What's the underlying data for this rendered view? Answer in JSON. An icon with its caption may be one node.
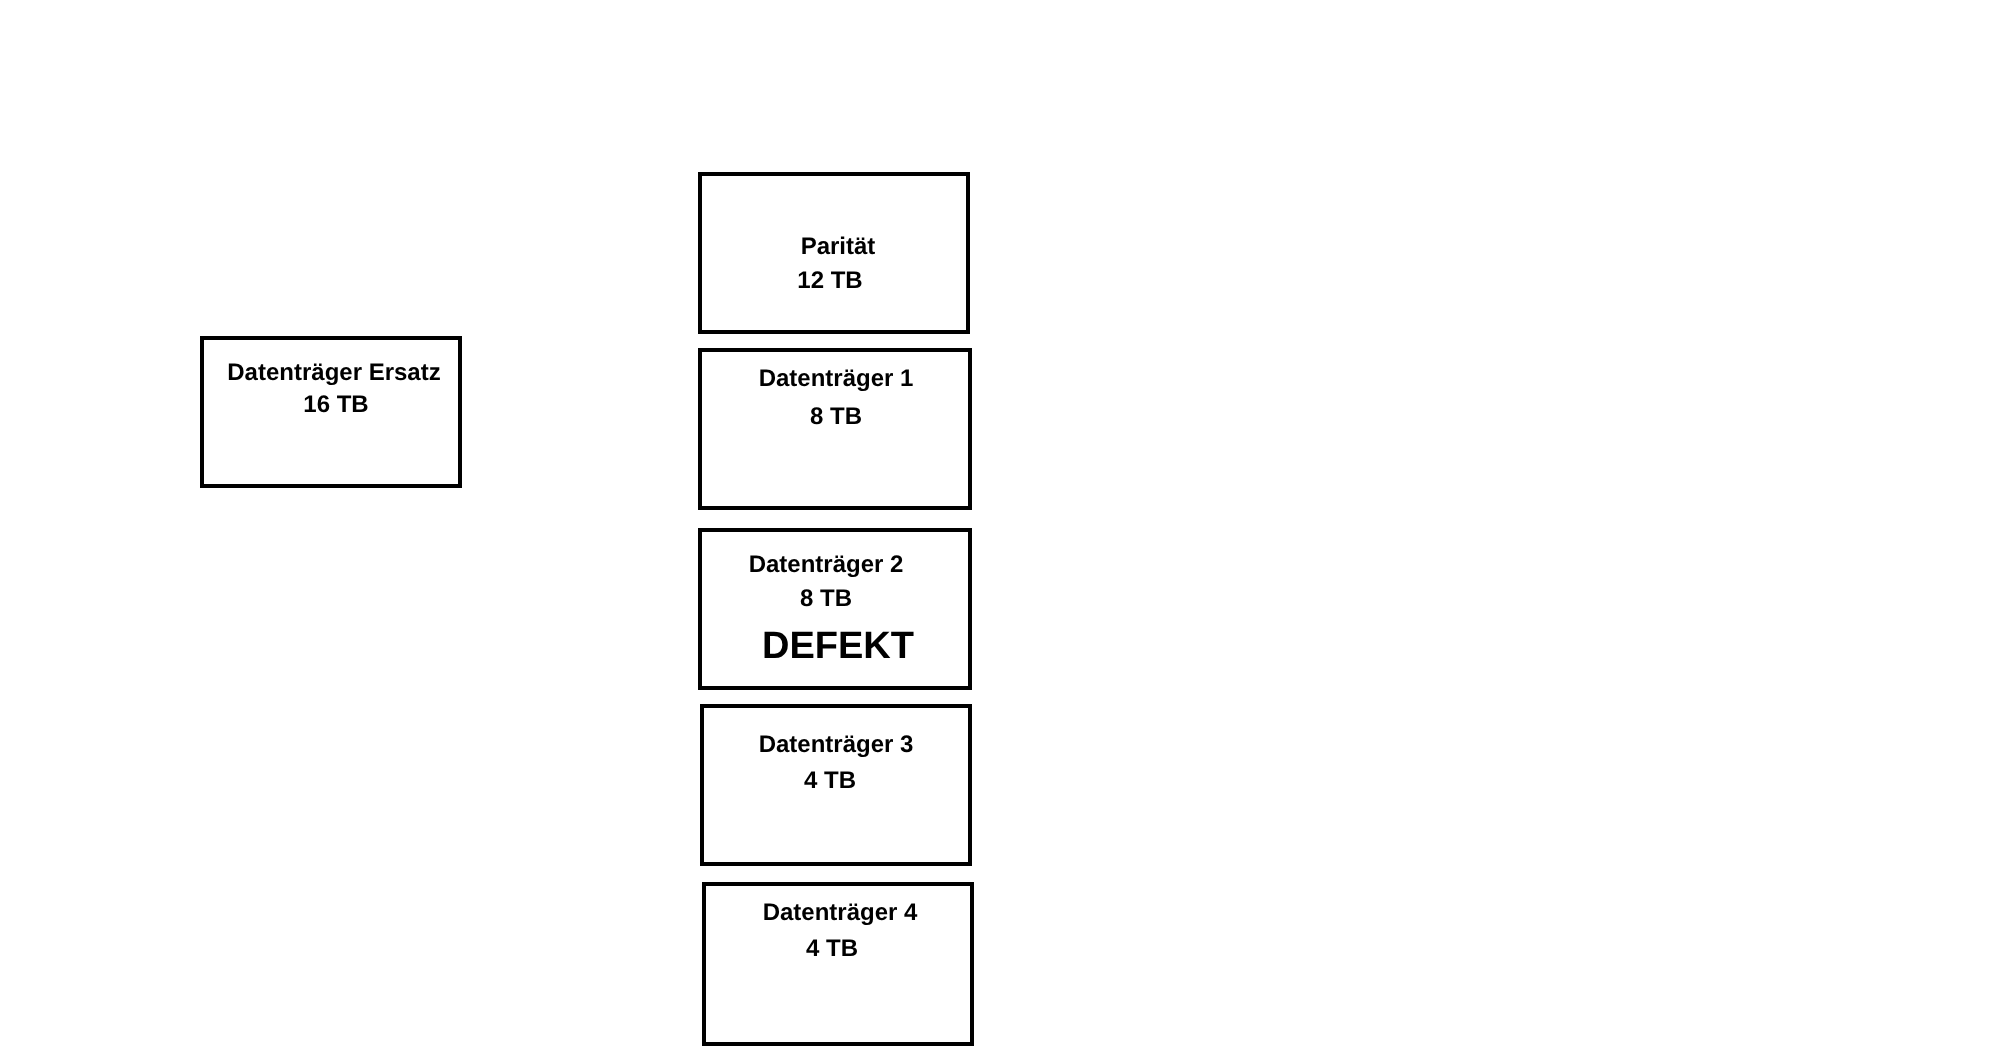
{
  "diagram": {
    "nodes": [
      {
        "text": [
          "Parität",
          "12 TB"
        ]
      },
      {
        "text": [
          "Datenträger Ersatz",
          "16 TB"
        ]
      },
      {
        "text": [
          "Datenträger 1",
          "8 TB"
        ]
      },
      {
        "text": [
          "Datenträger 2",
          "8 TB",
          "DEFEKT"
        ]
      },
      {
        "text": [
          "Datenträger 3",
          "4 TB"
        ]
      },
      {
        "text": [
          "Datenträger 4",
          "4 TB"
        ]
      }
    ]
  }
}
